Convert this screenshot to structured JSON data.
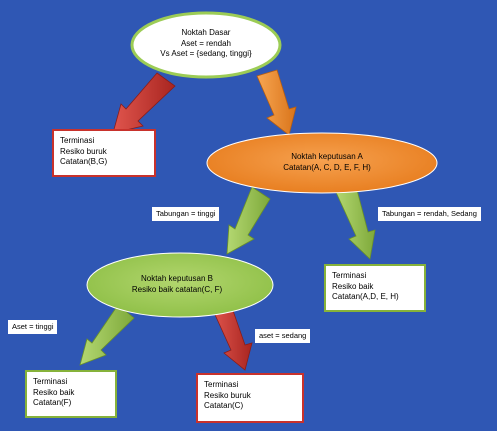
{
  "colors": {
    "background": "#2f57b4",
    "root_fill": "#ffffff",
    "root_stroke": "#9ccc55",
    "node_a_fill": "#f08a2a",
    "node_b_fill": "#9ccc55",
    "arrow_red": "#c8322c",
    "arrow_orange": "#f08a2a",
    "arrow_green": "#96c24c",
    "box_red_border": "#c8322c",
    "box_green_border": "#86b23a"
  },
  "root": {
    "line1": "Noktah Dasar",
    "line2": "Aset = rendah",
    "line3": "Vs Aset = {sedang, tinggi}"
  },
  "node_a": {
    "line1": "Noktah keputusan A",
    "line2": "Catatan(A, C, D, E, F, H)"
  },
  "node_b": {
    "line1": "Noktah keputusan B",
    "line2": "Resiko baik catatan(C, F)"
  },
  "leaf_bg": {
    "line1": "Terminasi",
    "line2": "Resiko buruk",
    "line3": "Catatan(B,G)"
  },
  "leaf_adeh": {
    "line1": "Terminasi",
    "line2": "Resiko baik",
    "line3": "Catatan(A,D, E, H)"
  },
  "leaf_f": {
    "line1": "Terminasi",
    "line2": "Resiko baik",
    "line3": "Catatan(F)"
  },
  "leaf_c": {
    "line1": "Terminasi",
    "line2": "Resiko buruk",
    "line3": "Catatan(C)"
  },
  "labels": {
    "tabungan_tinggi": "Tabungan = tinggi",
    "tabungan_rendah_sedang": "Tabungan = rendah, Sedang",
    "aset_tinggi": "Aset = tinggi",
    "aset_sedang": "aset = sedang"
  }
}
